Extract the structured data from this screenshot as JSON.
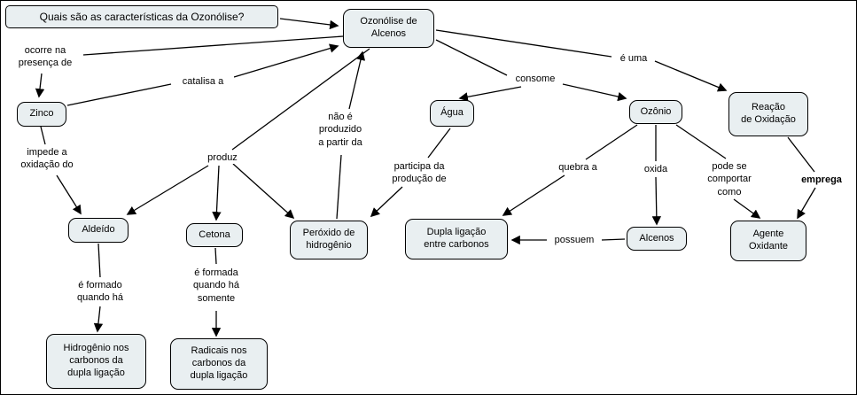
{
  "colors": {
    "node_fill": "#e9eff1",
    "node_border": "#000000",
    "line": "#000000",
    "background": "#ffffff"
  },
  "nodes": {
    "question": {
      "label": "Quais são as características da Ozonólise?"
    },
    "ozonolise": {
      "label": "Ozonólise de\nAlcenos"
    },
    "zinco": {
      "label": "Zinco"
    },
    "agua": {
      "label": "Água"
    },
    "ozonio": {
      "label": "Ozônio"
    },
    "reacao_oxidacao": {
      "label": "Reação\nde Oxidação"
    },
    "aldeido": {
      "label": "Aldeído"
    },
    "cetona": {
      "label": "Cetona"
    },
    "peroxido": {
      "label": "Peróxido de\nhidrogênio"
    },
    "dupla_ligacao": {
      "label": "Dupla ligação\nentre carbonos"
    },
    "alcenos": {
      "label": "Alcenos"
    },
    "agente_oxidante": {
      "label": "Agente\nOxidante"
    },
    "hidrogenio_carbonos": {
      "label": "Hidrogênio nos\ncarbonos da\ndupla ligação"
    },
    "radicais_carbonos": {
      "label": "Radicais nos\ncarbonos da\ndupla ligação"
    }
  },
  "links": {
    "ocorre": {
      "label": "ocorre na\npresença de"
    },
    "catalisa": {
      "label": "catalisa a"
    },
    "impede": {
      "label": "impede a\noxidação do"
    },
    "produz": {
      "label": "produz"
    },
    "nao_produzido": {
      "label": "não é\nproduzido\na partir da"
    },
    "participa": {
      "label": "participa da\nprodução de"
    },
    "consome": {
      "label": "consome"
    },
    "e_uma": {
      "label": "é uma"
    },
    "quebra": {
      "label": "quebra a"
    },
    "oxida": {
      "label": "oxida"
    },
    "pode_se_comportar": {
      "label": "pode se\ncomportar\ncomo"
    },
    "emprega": {
      "label": "emprega"
    },
    "possuem": {
      "label": "possuem"
    },
    "e_formado": {
      "label": "é formado\nquando há"
    },
    "e_formada": {
      "label": "é formada\nquando há\nsomente"
    }
  },
  "edges": [
    {
      "from": "Quais são as características da Ozonólise?",
      "label": "",
      "to": "Ozonólise de Alcenos"
    },
    {
      "from": "Ozonólise de Alcenos",
      "label": "ocorre na presença de",
      "to": "Zinco"
    },
    {
      "from": "Zinco",
      "label": "catalisa a",
      "to": "Ozonólise de Alcenos"
    },
    {
      "from": "Zinco",
      "label": "impede a oxidação do",
      "to": "Aldeído"
    },
    {
      "from": "Ozonólise de Alcenos",
      "label": "produz",
      "to": "Aldeído"
    },
    {
      "from": "Ozonólise de Alcenos",
      "label": "produz",
      "to": "Cetona"
    },
    {
      "from": "Ozonólise de Alcenos",
      "label": "produz",
      "to": "Peróxido de hidrogênio"
    },
    {
      "from": "Peróxido de hidrogênio",
      "label": "não é produzido a partir da",
      "to": "Ozonólise de Alcenos"
    },
    {
      "from": "Água",
      "label": "participa da produção de",
      "to": "Peróxido de hidrogênio"
    },
    {
      "from": "Ozonólise de Alcenos",
      "label": "consome",
      "to": "Água"
    },
    {
      "from": "Ozonólise de Alcenos",
      "label": "consome",
      "to": "Ozônio"
    },
    {
      "from": "Ozonólise de Alcenos",
      "label": "é uma",
      "to": "Reação de Oxidação"
    },
    {
      "from": "Ozônio",
      "label": "quebra a",
      "to": "Dupla ligação entre carbonos"
    },
    {
      "from": "Ozônio",
      "label": "oxida",
      "to": "Alcenos"
    },
    {
      "from": "Ozônio",
      "label": "pode se comportar como",
      "to": "Agente Oxidante"
    },
    {
      "from": "Reação de Oxidação",
      "label": "emprega",
      "to": "Agente Oxidante"
    },
    {
      "from": "Alcenos",
      "label": "possuem",
      "to": "Dupla ligação entre carbonos"
    },
    {
      "from": "Aldeído",
      "label": "é formado quando há",
      "to": "Hidrogênio nos carbonos da dupla ligação"
    },
    {
      "from": "Cetona",
      "label": "é formada quando há somente",
      "to": "Radicais nos carbonos da dupla ligação"
    }
  ]
}
